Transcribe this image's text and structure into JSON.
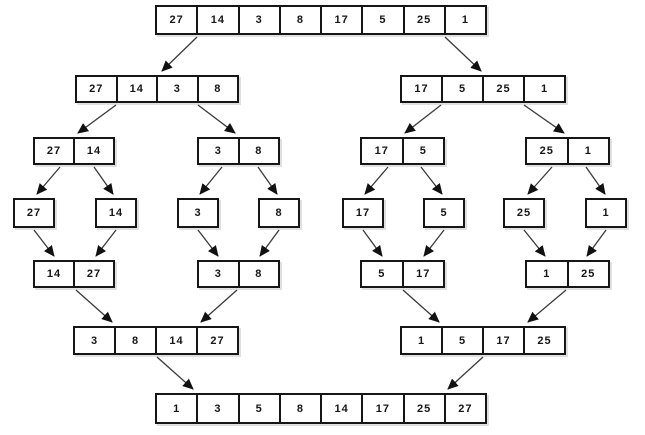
{
  "diagram": {
    "kind": "merge-sort-visualization",
    "colors": {
      "box_border": "#161616",
      "box_fill": "#ffffff",
      "text": "#161616",
      "arrow": "#3a3a3a",
      "background": "#ffffff"
    }
  },
  "v": {
    "l1": [
      "27",
      "14",
      "3",
      "8",
      "17",
      "5",
      "25",
      "1"
    ],
    "l2a": [
      "27",
      "14",
      "3",
      "8"
    ],
    "l2b": [
      "17",
      "5",
      "25",
      "1"
    ],
    "l3a": [
      "27",
      "14"
    ],
    "l3b": [
      "3",
      "8"
    ],
    "l3c": [
      "17",
      "5"
    ],
    "l3d": [
      "25",
      "1"
    ],
    "l4a": "27",
    "l4b": "14",
    "l4c": "3",
    "l4d": "8",
    "l4e": "17",
    "l4f": "5",
    "l4g": "25",
    "l4h": "1",
    "l5a": [
      "14",
      "27"
    ],
    "l5b": [
      "3",
      "8"
    ],
    "l5c": [
      "5",
      "17"
    ],
    "l5d": [
      "1",
      "25"
    ],
    "l6a": [
      "3",
      "8",
      "14",
      "27"
    ],
    "l6b": [
      "1",
      "5",
      "17",
      "25"
    ],
    "l7": [
      "1",
      "3",
      "5",
      "8",
      "14",
      "17",
      "25",
      "27"
    ]
  }
}
